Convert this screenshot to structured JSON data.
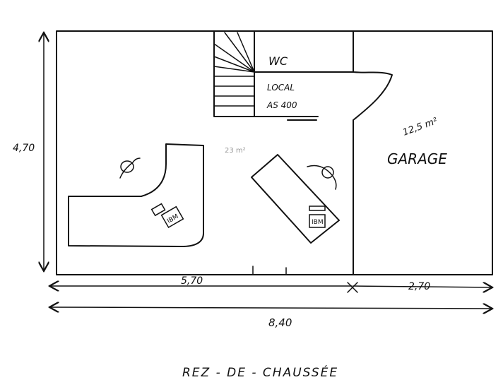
{
  "plan": {
    "title": "REZ - DE - CHAUSSÉE",
    "rooms": {
      "wc": "WC",
      "local_line1": "LOCAL",
      "local_line2": "AS 400",
      "garage": "GARAGE",
      "garage_area": "12,5 m²",
      "main_area": "23 m²"
    },
    "furniture": {
      "monitor_left": "IBM",
      "monitor_right": "IBM"
    },
    "dimensions": {
      "height": "4,70",
      "left_width": "5,70",
      "right_width": "2,70",
      "total_width": "8,40"
    },
    "colors": {
      "ink": "#111111",
      "paper": "#ffffff"
    }
  }
}
